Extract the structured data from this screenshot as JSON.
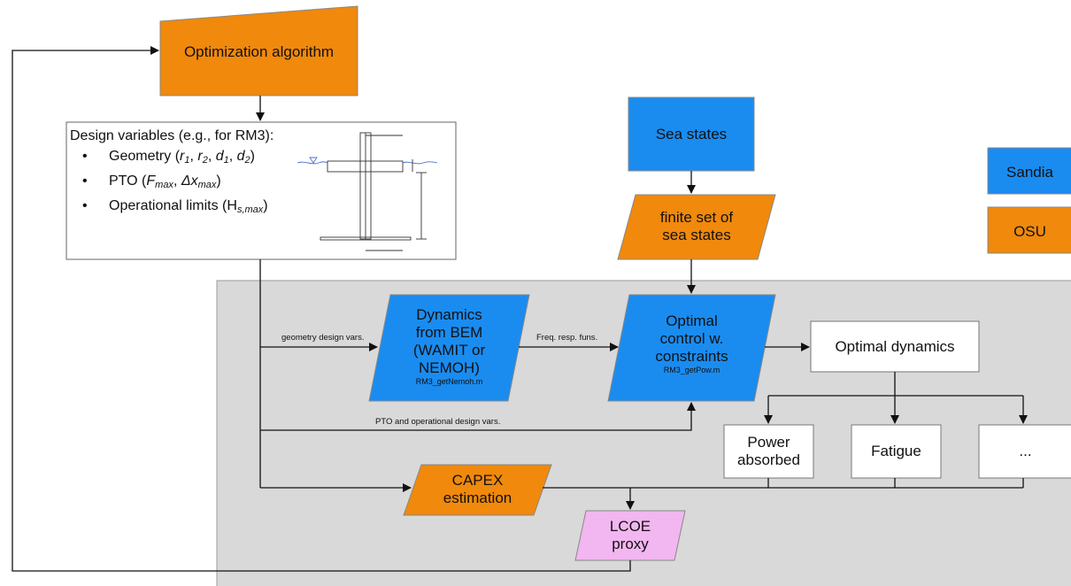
{
  "colors": {
    "sandia": "#1a8cf0",
    "osu": "#f0890c",
    "lcoe": "#f2b6f0",
    "panel": "#d9d9d9",
    "line": "#111111"
  },
  "optimization": {
    "label": "Optimization algorithm"
  },
  "design_vars": {
    "title": "Design variables (e.g., for RM3):",
    "items": [
      {
        "prefix": "Geometry (",
        "vars": [
          {
            "v": "r",
            "s": "1"
          },
          {
            "v": "r",
            "s": "2"
          },
          {
            "v": "d",
            "s": "1"
          },
          {
            "v": "d",
            "s": "2"
          }
        ],
        "suffix": ")"
      },
      {
        "prefix": "PTO (",
        "vars": [
          {
            "v": "F",
            "s": "max"
          },
          {
            "v": "Δx",
            "s": "max"
          }
        ],
        "suffix": ")"
      },
      {
        "prefix": "Operational limits (H",
        "vars": [
          {
            "v": "",
            "s": "s,max"
          }
        ],
        "suffix": ")"
      }
    ]
  },
  "sea_states": {
    "label": "Sea states"
  },
  "finite_set": {
    "line1": "finite set of",
    "line2": "sea states"
  },
  "legend": {
    "sandia": "Sandia",
    "osu": "OSU"
  },
  "dynamics": {
    "line1": "Dynamics",
    "line2": "from BEM",
    "line3": "(WAMIT or",
    "line4": "NEMOH)",
    "script": "RM3_getNemoh.m"
  },
  "optimal_control": {
    "line1": "Optimal",
    "line2": "control w.",
    "line3": "constraints",
    "script": "RM3_getPow.m"
  },
  "optimal_dynamics": {
    "label": "Optimal dynamics"
  },
  "power_absorbed": {
    "line1": "Power",
    "line2": "absorbed"
  },
  "fatigue": {
    "label": "Fatigue"
  },
  "ellipsis": {
    "label": "..."
  },
  "capex": {
    "line1": "CAPEX",
    "line2": "estimation"
  },
  "lcoe": {
    "line1": "LCOE",
    "line2": "proxy"
  },
  "edges": {
    "geometry": "geometry design vars.",
    "freq": "Freq. resp. funs.",
    "pto": "PTO and operational design vars."
  }
}
